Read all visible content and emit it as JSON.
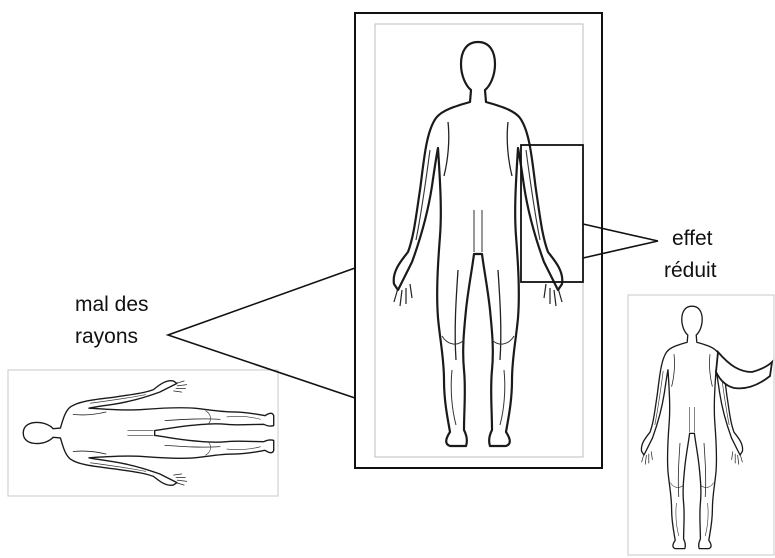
{
  "labels": {
    "radiation_sickness": [
      "mal des",
      "rayons"
    ],
    "reduced_effect": [
      "effet",
      "réduit"
    ]
  },
  "figures": {
    "center": "standing-body-outline",
    "left": "lying-body-outline",
    "right": "standing-body-arm-raised-outline"
  }
}
